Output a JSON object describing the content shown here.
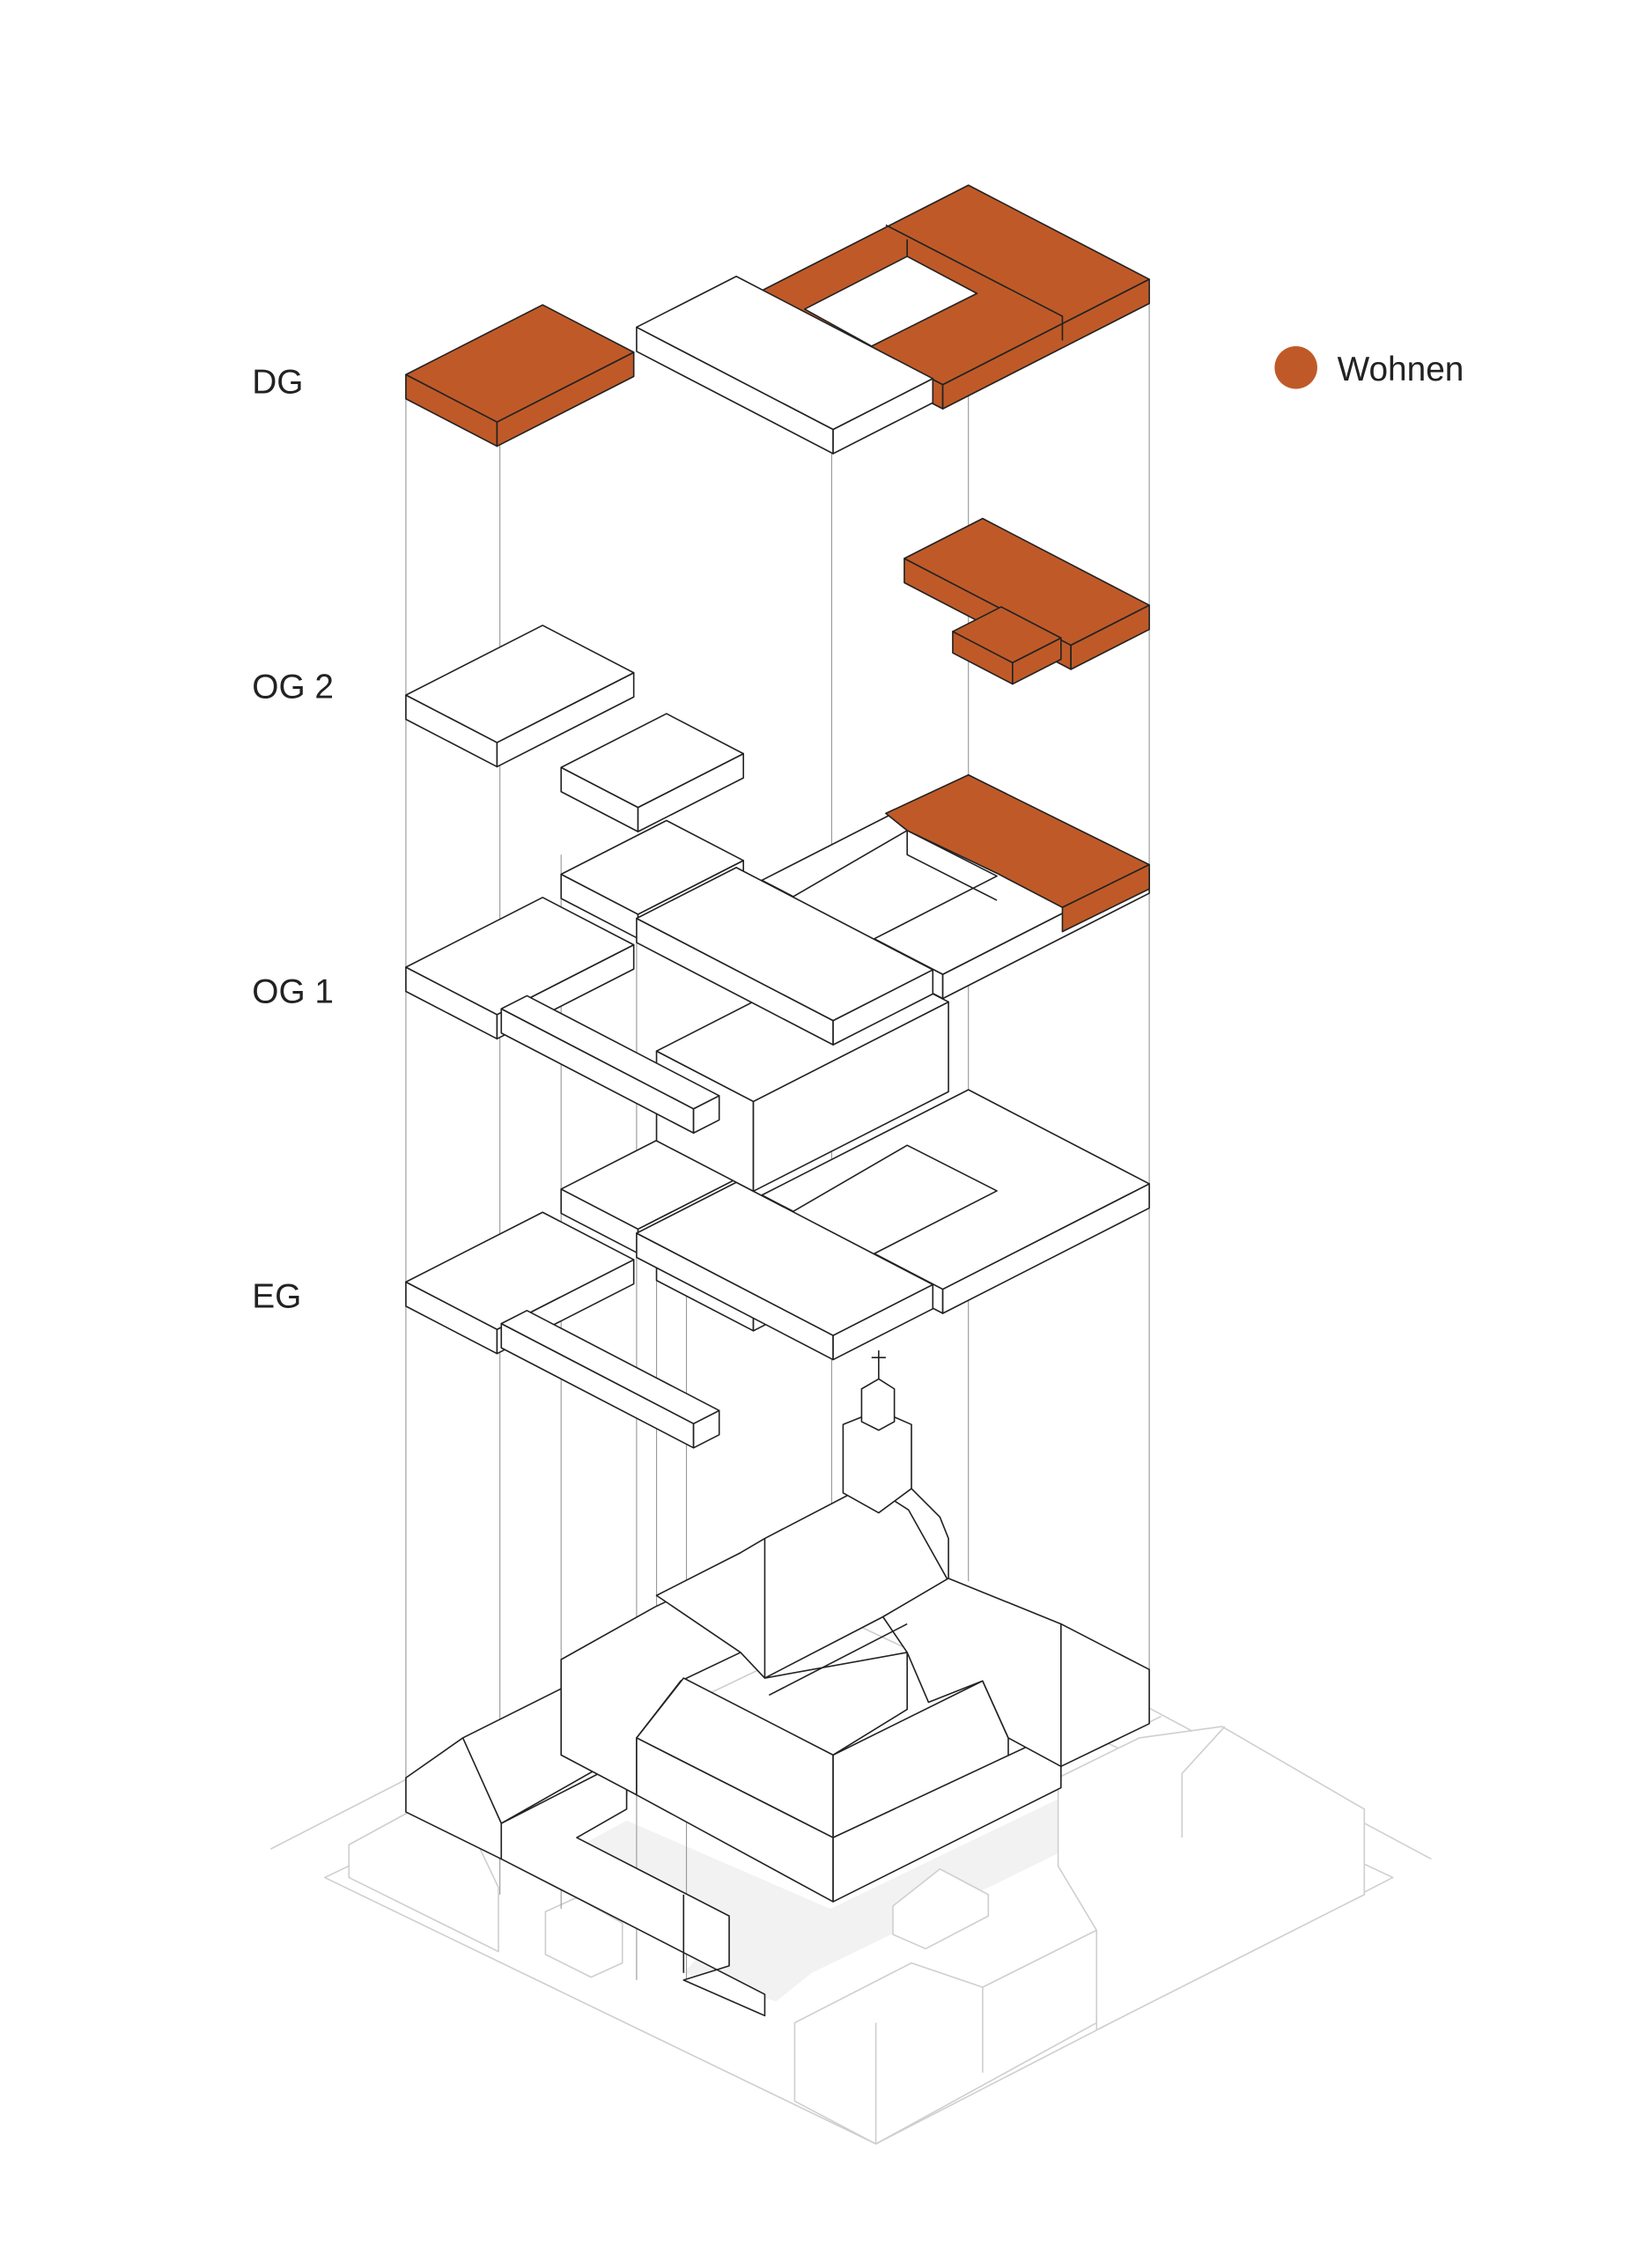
{
  "levels": {
    "dg": "DG",
    "og2": "OG 2",
    "og1": "OG 1",
    "eg": "EG"
  },
  "legend": {
    "label": "Wohnen",
    "color": "#bf5a28"
  },
  "colors": {
    "residential": "#bf5a28",
    "line": "#222222",
    "context": "#cfcfcf",
    "courtyard": "#f2f2f2"
  }
}
